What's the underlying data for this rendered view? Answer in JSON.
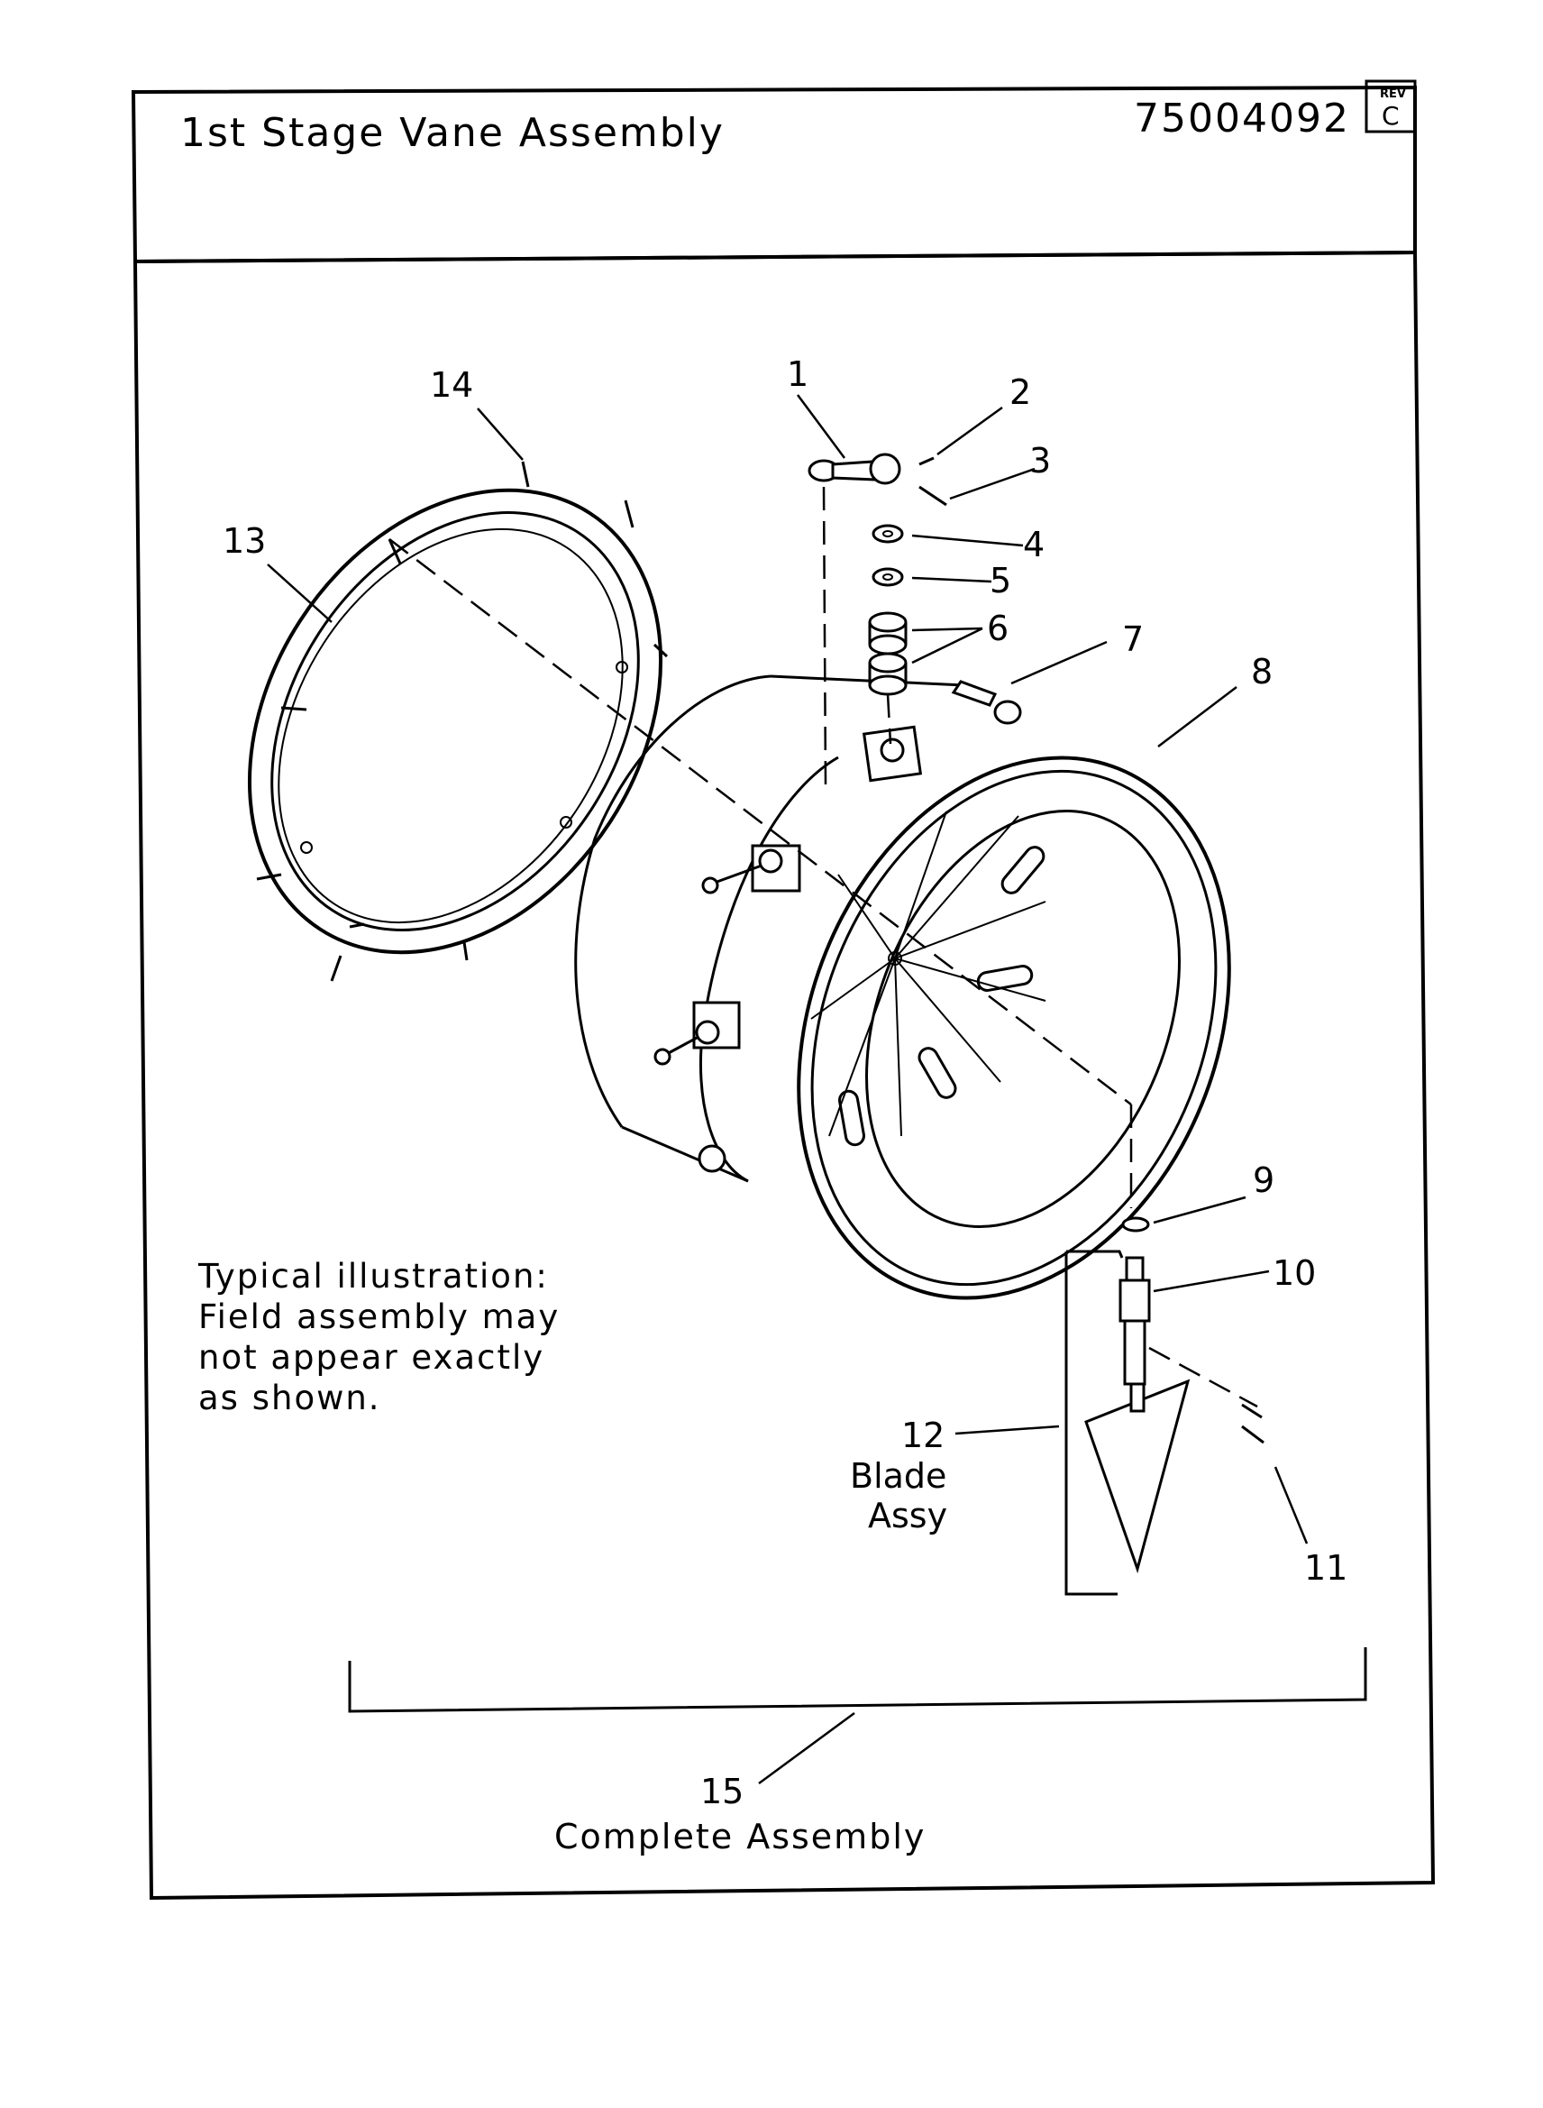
{
  "title_block": {
    "title": "1st Stage Vane Assembly",
    "drawing_number": "75004092",
    "rev_label": "REV",
    "rev_value": "C"
  },
  "callouts": [
    "1",
    "2",
    "3",
    "4",
    "5",
    "6",
    "7",
    "8",
    "9",
    "10",
    "11",
    "12",
    "13",
    "14",
    "15"
  ],
  "blade_label": {
    "line1": "Blade",
    "line2": "Assy"
  },
  "complete_label": "Complete Assembly",
  "note": {
    "line1": "Typical illustration:",
    "line2": "Field assembly may",
    "line3": "not appear exactly",
    "line4": "as shown."
  }
}
